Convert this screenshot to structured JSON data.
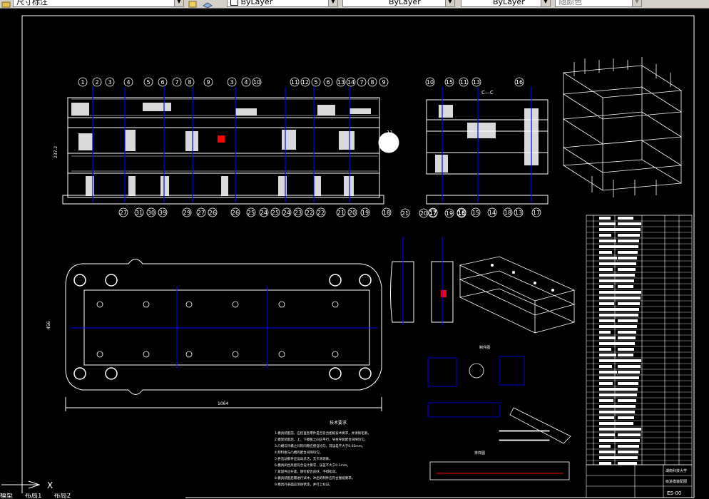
{
  "toolbar": {
    "dimstyle_value": "尺寸标注",
    "color_value": "ByLayer",
    "linetype_value": "ByLayer",
    "lineweight_value": "ByLayer",
    "plotstyle_value": "随颜色"
  },
  "drawing": {
    "top_labels_left": [
      "1",
      "2",
      "3",
      "4",
      "5",
      "6",
      "7",
      "8",
      "9",
      "3",
      "4",
      "10",
      "11",
      "12",
      "5",
      "6",
      "13",
      "14",
      "7",
      "8",
      "9"
    ],
    "top_labels_right": [
      "10",
      "15",
      "11",
      "13",
      "16"
    ],
    "bottom_labels_left": [
      "27",
      "31",
      "30",
      "39",
      "29",
      "27",
      "26",
      "26",
      "25",
      "24",
      "25",
      "24",
      "23",
      "22",
      "22",
      "21",
      "20",
      "19",
      "18"
    ],
    "bottom_labels_right": [
      "17",
      "16",
      "15",
      "14",
      "18",
      "13",
      "17"
    ],
    "lower_labels": [
      "21",
      "20",
      "17",
      "19",
      "16"
    ],
    "section_label": "C—C",
    "dim_width": "1064",
    "dim_height": "456",
    "dim_vert": "237.2",
    "detail_label": "11",
    "tech_req_title": "技术要求",
    "tech_req_items": [
      "1.模具装配前，应检查各零件是否符合图纸技术要求，并清除毛刺。",
      "2.模架装配后，上、下模板之间应平行，导柱导套配合间隙均匀。",
      "3.凸模与凹模之间的间隙应保证均匀，其误差不大于0.02mm。",
      "4.卸料板与凸模的配合间隙均匀。",
      "5.各活动部件应运动灵活，无卡滞现象。",
      "6.模具闭合高度符合设计要求，误差不大于0.1mm。",
      "7.紧固件应拧紧，销钉配合良好，不得松动。",
      "8.模具装配后需进行试冲，冲出的制件应符合图纸要求。",
      "9.模具外表面应涂防锈漆，并打上标记。"
    ],
    "part_title": "制件图",
    "strip_title": "排样图",
    "title_block_name": "级进模装配图",
    "title_block_code": "ES-00",
    "title_block_school": "湖南科技大学"
  },
  "command_line": [
    "模型",
    "布局1",
    "布局2"
  ]
}
